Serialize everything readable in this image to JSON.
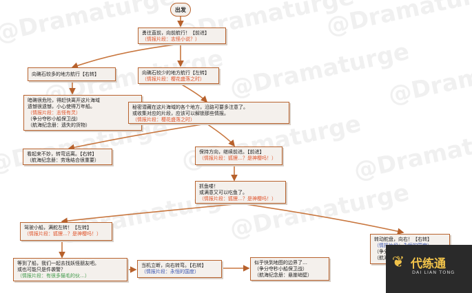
{
  "watermark": "@Dramaturge",
  "start": "出发",
  "nodes": {
    "n1": {
      "lines": [
        "勇往直前，向前航行！【前进】",
        "（情报片段：志怪小说？）"
      ]
    },
    "n2": {
      "lines": [
        "向礁石较多的地方航行【右转】"
      ]
    },
    "n3": {
      "lines": [
        "向礁石较少的地方航行【左转】",
        "（情报片段：樱花盛落之时）"
      ]
    },
    "n4": {
      "lines": [
        "暗礁很危险，得赶快离开这片海域",
        "遗憾很遗憾，小心使得万年船。",
        "（情报片段：志怪有灵）",
        "（争分夺秒小船保卫战）",
        "（航海纪念册：遗失的货物）"
      ]
    },
    "n5": {
      "lines": [
        "秘密潜藏在这片海域的各个地方，沿路可要多注意了。",
        "或收集对应的片段，应该可以解锁那些情报。",
        "（情报片段：樱花盛落之时）"
      ]
    },
    "n6": {
      "lines": [
        "看起来不妙，转弯远离。【右转】",
        "（航海纪念册：劳逸结合很重要）"
      ]
    },
    "n7": {
      "lines": [
        "保持方向，继续前进。【前进】",
        "（情报片段：狐狸…？是神樱吗！）"
      ]
    },
    "n8": {
      "lines": [
        "抓鱼喽！",
        "或满意又可以吃鱼了。",
        "（情报片段：狐狸…？是神樱吗！）"
      ]
    },
    "n9": {
      "lines": [
        "驾驶小船，满舵左转！【左转】",
        "（情报片段：狐狸…？是神樱吗！）"
      ]
    },
    "n10": {
      "lines": [
        "转动舵盘，向右！【右转】",
        "（情报片段：永恒的国度）",
        "（争分夺秒小船保卫战）",
        "（航海纪念册：意外）"
      ]
    },
    "n11": {
      "lines": [
        "等到了船，我们一起去找妖怪朋友吧。",
        "或也可能只是件袭警？",
        "（情报片段：有很多猫毛的伙…）"
      ]
    },
    "n12": {
      "lines": [
        "当机立断，向右转弯。【右转】",
        "（情报片段：永恒的国度）"
      ]
    },
    "n13": {
      "lines": [
        "似乎快到地图的边界了…",
        "（争分夺秒小船保卫战）",
        "（航海纪念册：悬崖峭壁）"
      ]
    }
  },
  "brand": {
    "icon": "leaf-logo-icon",
    "name": "代练通",
    "sub": "DAI LIAN TONG"
  },
  "colors": {
    "border": "#b7612c",
    "clue": "#e0532a",
    "clue_blue": "#3a55b0",
    "fill": "#f4f0ec"
  }
}
